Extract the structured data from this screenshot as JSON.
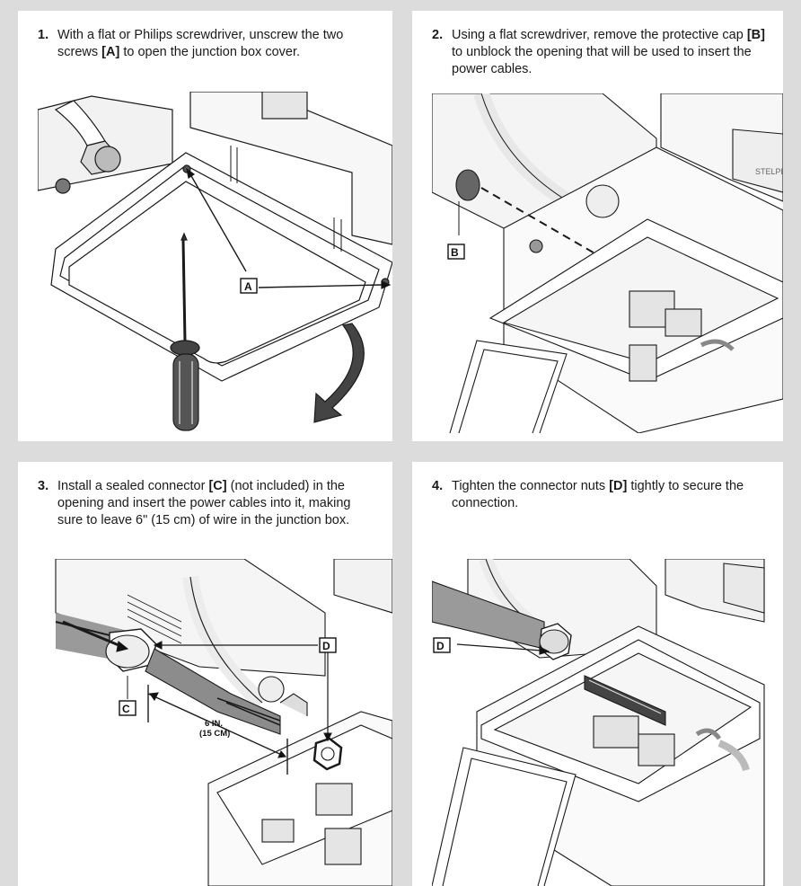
{
  "steps": [
    {
      "number": "1.",
      "text_before": "With a flat or Philips screwdriver, unscrew the two screws ",
      "ref": "[A]",
      "text_after": " to open the junction box cover.",
      "callout": "A"
    },
    {
      "number": "2.",
      "text_before": "Using a flat screwdriver, remove the protective cap ",
      "ref": "[B]",
      "text_after": " to unblock the opening that will be used to insert the power cables.",
      "callout": "B"
    },
    {
      "number": "3.",
      "text_before": "Install a sealed connector ",
      "ref": "[C]",
      "text_after": " (not included) in the opening and insert the power cables into it, making sure to leave 6\" (15 cm) of wire in the junction box.",
      "callout_c": "C",
      "callout_d": "D",
      "dimension_line1": "6 IN.",
      "dimension_line2": "(15 CM)"
    },
    {
      "number": "4.",
      "text_before": "Tighten the connector nuts ",
      "ref": "[D]",
      "text_after": " tightly to secure the connection.",
      "callout": "D"
    }
  ],
  "brand_mark": "STELPRO",
  "colors": {
    "page_bg": "#dcdcdc",
    "card_bg": "#ffffff",
    "line": "#1a1a1a",
    "cable": "#9a9a9a"
  }
}
